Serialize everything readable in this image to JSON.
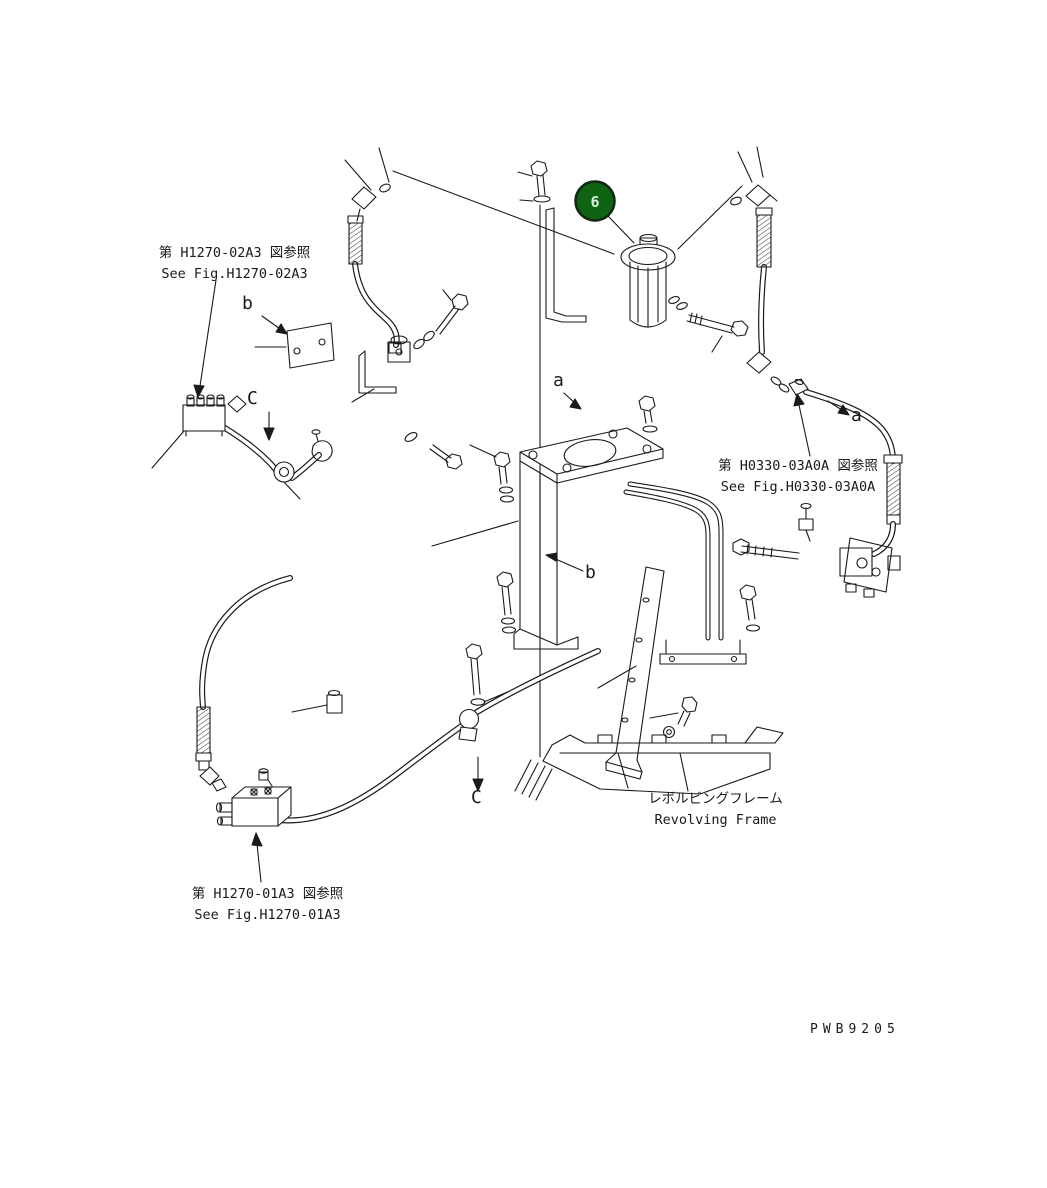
{
  "page": {
    "background": "#ffffff",
    "line_color": "#1a1a1a",
    "part_code": "PWB9205"
  },
  "callout": {
    "number": "6",
    "fill": "#0f6414",
    "ring": "#07350a",
    "text_color": "#d8efd8"
  },
  "references": {
    "top_left": {
      "jp": "第 H1270-02A3 図参照",
      "en": "See Fig.H1270-02A3"
    },
    "right": {
      "jp": "第 H0330-03A0A 図参照",
      "en": "See Fig.H0330-03A0A"
    },
    "bottom_left": {
      "jp": "第 H1270-01A3 図参照",
      "en": "See Fig.H1270-01A3"
    }
  },
  "frame_label": {
    "jp": "レボルビングフレーム",
    "en": "Revolving Frame"
  },
  "view_labels": {
    "b1": "b",
    "c1": "C",
    "a1": "a",
    "a2": "a",
    "b2": "b",
    "c2": "C"
  }
}
